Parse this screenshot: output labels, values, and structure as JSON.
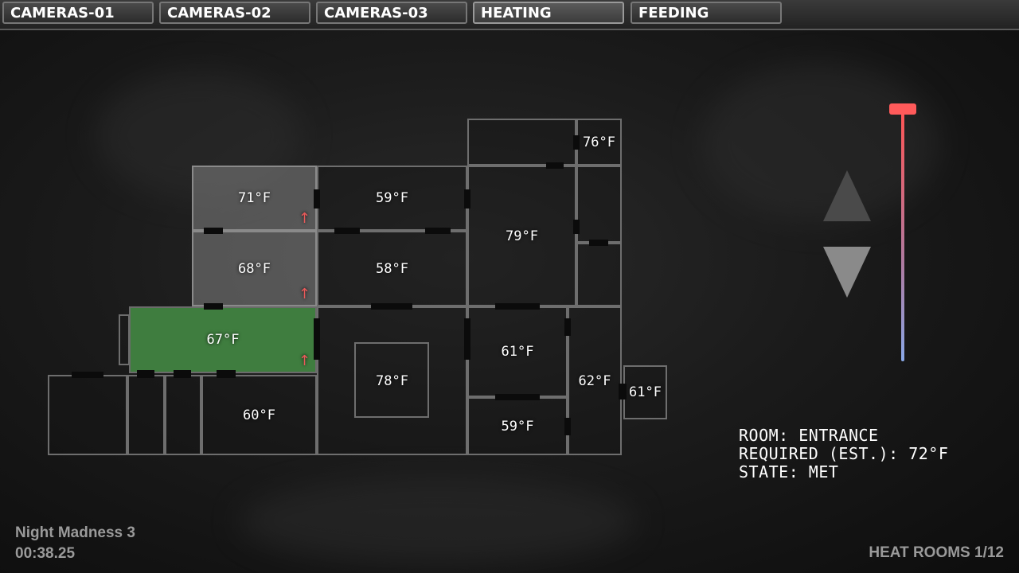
{
  "tabs": [
    {
      "id": "cameras-01",
      "label": "CAMERAS-01"
    },
    {
      "id": "cameras-02",
      "label": "CAMERAS-02"
    },
    {
      "id": "cameras-03",
      "label": "CAMERAS-03"
    },
    {
      "id": "heating",
      "label": "HEATING",
      "active": true
    },
    {
      "id": "feeding",
      "label": "FEEDING"
    }
  ],
  "rooms": {
    "r71": {
      "temp": "71°F",
      "heating": true
    },
    "r68": {
      "temp": "68°F",
      "heating": true
    },
    "r67": {
      "temp": "67°F",
      "heating": true,
      "selected": true
    },
    "r60": {
      "temp": "60°F"
    },
    "r59a": {
      "temp": "59°F"
    },
    "r58": {
      "temp": "58°F"
    },
    "r78": {
      "temp": "78°F"
    },
    "r79": {
      "temp": "79°F"
    },
    "r76": {
      "temp": "76°F"
    },
    "r61a": {
      "temp": "61°F"
    },
    "r59b": {
      "temp": "59°F"
    },
    "r62": {
      "temp": "62°F"
    },
    "r61b": {
      "temp": "61°F"
    }
  },
  "heat_arrow_glyph": "↑",
  "colors": {
    "selected_room": "#3f7d3f",
    "heat_arrow": "#e85a5a",
    "slider_top": "#ff5555",
    "slider_bottom": "#8aa8e8"
  },
  "thermostat": {
    "level": 1.0
  },
  "info": {
    "room_line": "ROOM: ENTRANCE",
    "required_line": "REQUIRED (EST.): 72°F",
    "state_line": "STATE: MET"
  },
  "night": {
    "title": "Night Madness 3",
    "timer": "00:38.25"
  },
  "footer": {
    "heat_rooms": "HEAT ROOMS  1/12"
  }
}
